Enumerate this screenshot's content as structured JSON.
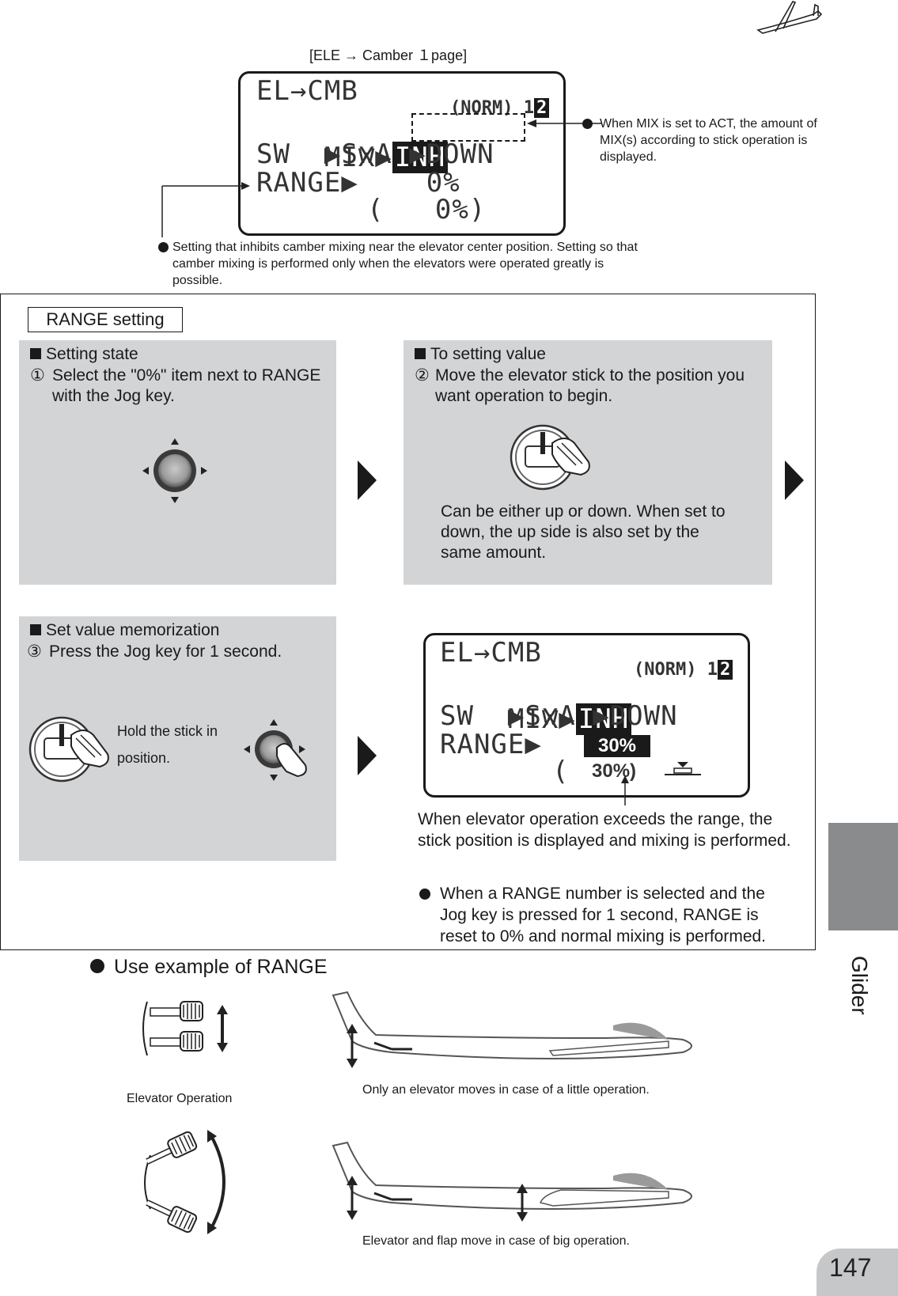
{
  "top": {
    "page_ref": "[ELE → Camber １page]",
    "lcd": {
      "title": "EL→CMB",
      "mode": "(NORM) 1",
      "page_num": "2",
      "mix_label": "MIX▶",
      "mix_value": "INH",
      "sw_line": "SW  ▶SwA ▶DOWN",
      "range_line": "RANGE▶    0%",
      "range_paren": "(   0%)"
    },
    "note_right": "When MIX is set to ACT, the amount of MIX(s) according to stick operation is displayed.",
    "note_bottom": "Setting that inhibits camber mixing near the elevator center position. Setting so that camber mixing is performed only when the elevators were operated greatly is possible."
  },
  "range_box": {
    "title": "RANGE setting",
    "panel1": {
      "heading": "Setting state",
      "num": "①",
      "text": "Select the \"0%\" item next to RANGE with the Jog key."
    },
    "panel2": {
      "heading": "To setting value",
      "num": "②",
      "text": "Move the elevator stick to the position you want operation to begin.",
      "note": "Can be either up or down. When set to down, the up side is also set by the same amount."
    },
    "panel3": {
      "heading": "Set value memorization",
      "num": "③",
      "text": "Press the Jog key for 1 second.",
      "hold": "Hold the stick in position."
    },
    "lcd2": {
      "title": "EL→CMB",
      "mode": "(NORM) 1",
      "page_num": "2",
      "mix_label": "MIX▶",
      "mix_value": "INH",
      "sw_line": "SW  ▶SwA ▶DOWN",
      "range_label": "RANGE▶",
      "range_value": "30%",
      "paren_open": "(",
      "paren_value": "30%)"
    },
    "exceed_text": "When elevator operation exceeds the range, the stick position is displayed and mixing is performed.",
    "reset_text": "When a RANGE number is selected and the Jog key is pressed for 1 second, RANGE is reset to 0% and normal mixing is performed."
  },
  "use_example": {
    "heading": "Use example of RANGE",
    "elevator_op": "Elevator Operation",
    "little_op": "Only an elevator moves in case of a little operation.",
    "big_op": "Elevator and flap move in case of big operation."
  },
  "side_tab": {
    "label": "Glider",
    "color": "#8a8b8c"
  },
  "page_number": "147"
}
